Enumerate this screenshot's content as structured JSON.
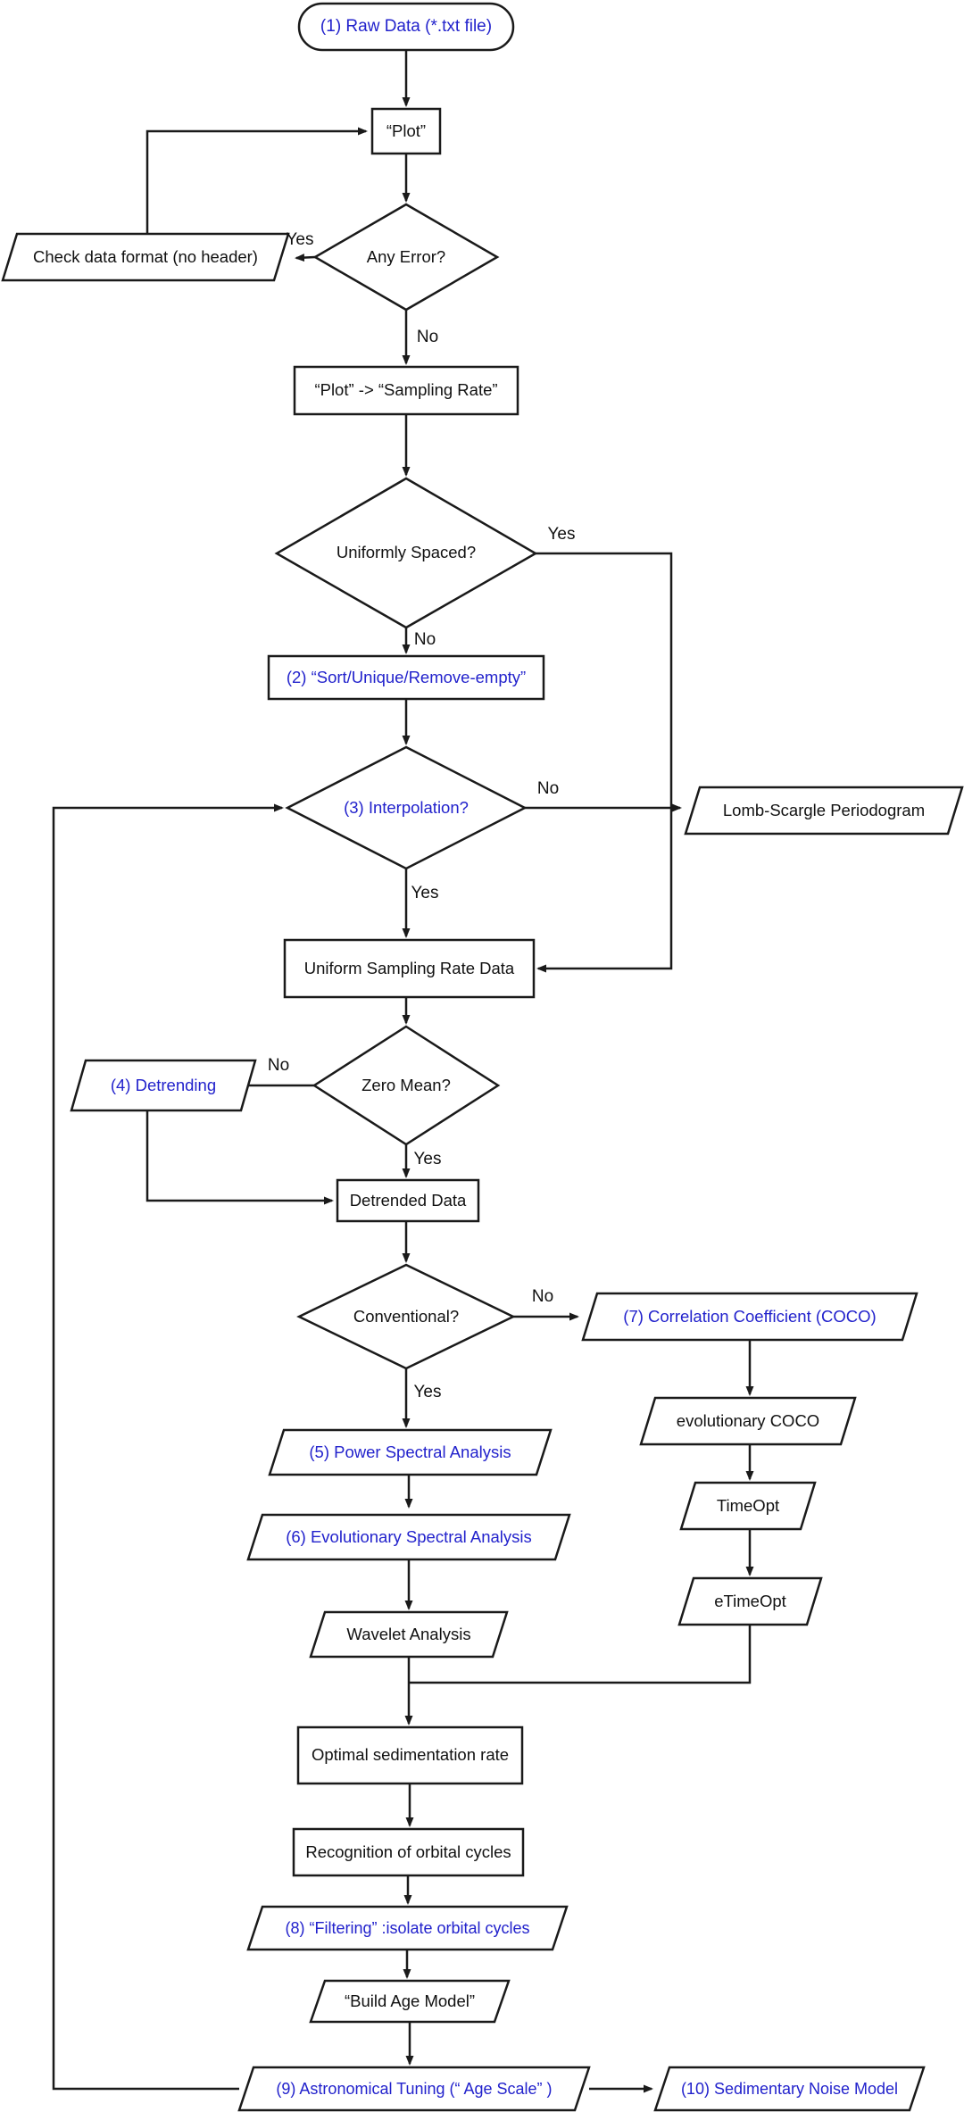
{
  "diagram": {
    "colors": {
      "accent_blue": "#2222cc",
      "stroke": "#1a1a1a",
      "shape_fill": "#ffffff",
      "background": "#ffffff"
    },
    "nodes": {
      "raw_data": {
        "label": "(1) Raw Data  (*.txt file)",
        "type": "terminator",
        "color": "blue"
      },
      "plot": {
        "label": "“Plot”",
        "type": "process",
        "color": "black"
      },
      "any_error": {
        "label": "Any Error?",
        "type": "decision",
        "color": "black"
      },
      "check_format": {
        "label": "Check data format (no header)",
        "type": "io",
        "color": "black"
      },
      "plot_sampling": {
        "label": "“Plot”  ->  “Sampling Rate”",
        "type": "process",
        "color": "black"
      },
      "uniformly_spaced": {
        "label": "Uniformly Spaced?",
        "type": "decision",
        "color": "black"
      },
      "sort_unique": {
        "label": "(2)  “Sort/Unique/Remove-empty”",
        "type": "process",
        "color": "blue"
      },
      "interpolation": {
        "label": "(3) Interpolation?",
        "type": "decision",
        "color": "blue"
      },
      "lomb_scargle": {
        "label": "Lomb-Scargle Periodogram",
        "type": "io",
        "color": "black"
      },
      "uniform_data": {
        "label": "Uniform Sampling Rate Data",
        "type": "process",
        "color": "black"
      },
      "zero_mean": {
        "label": "Zero Mean?",
        "type": "decision",
        "color": "black"
      },
      "detrending": {
        "label": "(4) Detrending",
        "type": "io",
        "color": "blue"
      },
      "detrended_data": {
        "label": "Detrended Data",
        "type": "process",
        "color": "black"
      },
      "conventional": {
        "label": "Conventional?",
        "type": "decision",
        "color": "black"
      },
      "coco": {
        "label": "(7) Correlation Coefficient (COCO)",
        "type": "io",
        "color": "blue"
      },
      "evo_coco": {
        "label": "evolutionary COCO",
        "type": "io",
        "color": "black"
      },
      "timeopt": {
        "label": "TimeOpt",
        "type": "io",
        "color": "black"
      },
      "etimeopt": {
        "label": "eTimeOpt",
        "type": "io",
        "color": "black"
      },
      "psa": {
        "label": "(5) Power Spectral Analysis",
        "type": "io",
        "color": "blue"
      },
      "esa": {
        "label": "(6) Evolutionary Spectral Analysis",
        "type": "io",
        "color": "blue"
      },
      "wavelet": {
        "label": "Wavelet Analysis",
        "type": "io",
        "color": "black"
      },
      "optimal_sed": {
        "label": "Optimal sedimentation rate",
        "type": "process",
        "color": "black"
      },
      "recognition": {
        "label": "Recognition of orbital cycles",
        "type": "process",
        "color": "black"
      },
      "filtering": {
        "label": "(8)  “Filtering” :isolate orbital cycles",
        "type": "io",
        "color": "blue"
      },
      "build_age": {
        "label": "“Build Age Model”",
        "type": "io",
        "color": "black"
      },
      "tuning": {
        "label": "(9) Astronomical Tuning (“ Age Scale” )",
        "type": "io",
        "color": "blue"
      },
      "noise_model": {
        "label": "(10) Sedimentary Noise Model",
        "type": "io",
        "color": "blue"
      }
    },
    "edge_labels": {
      "any_error_yes": "Yes",
      "any_error_no": "No",
      "uniform_yes": "Yes",
      "uniform_no": "No",
      "interp_no": "No",
      "interp_yes": "Yes",
      "zero_no": "No",
      "zero_yes": "Yes",
      "conv_no": "No",
      "conv_yes": "Yes"
    }
  }
}
